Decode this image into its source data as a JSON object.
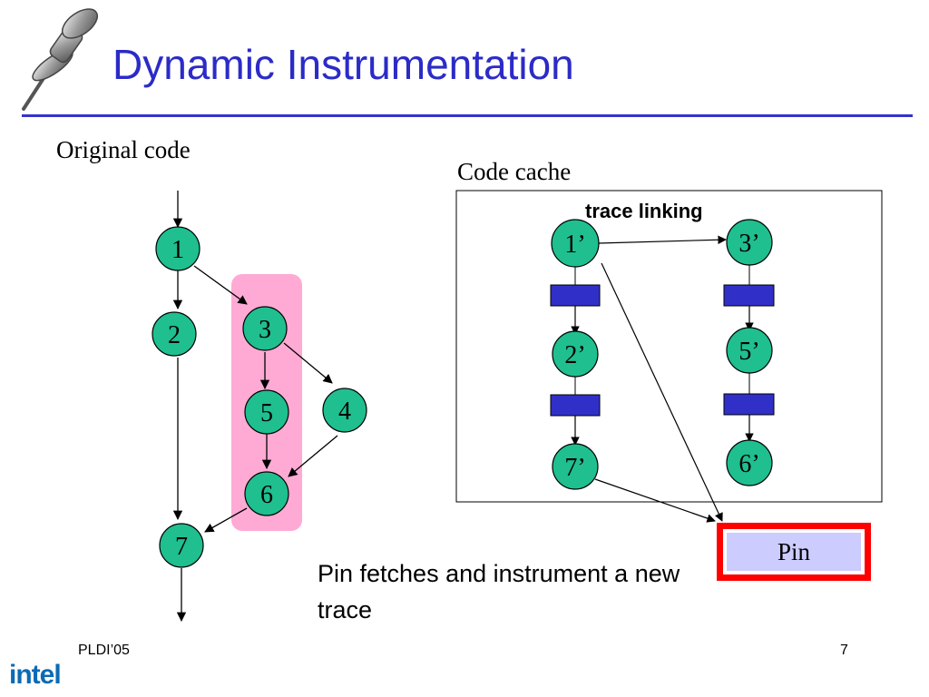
{
  "slide": {
    "title": "Dynamic Instrumentation",
    "original_label": "Original code",
    "cache_label": "Code cache",
    "trace_linking_label": "trace linking",
    "caption": "Pin fetches and instrument a new trace",
    "pin_label": "Pin",
    "footer_left": "PLDI’05",
    "page_number": "7",
    "logo_text": "intel"
  },
  "original_nodes": [
    {
      "id": "n1",
      "label": "1"
    },
    {
      "id": "n2",
      "label": "2"
    },
    {
      "id": "n3",
      "label": "3"
    },
    {
      "id": "n4",
      "label": "4"
    },
    {
      "id": "n5",
      "label": "5"
    },
    {
      "id": "n6",
      "label": "6"
    },
    {
      "id": "n7",
      "label": "7"
    }
  ],
  "cache_nodes": [
    {
      "id": "c1",
      "label": "1’"
    },
    {
      "id": "c2",
      "label": "2’"
    },
    {
      "id": "c7",
      "label": "7’"
    },
    {
      "id": "c3",
      "label": "3’"
    },
    {
      "id": "c5",
      "label": "5’"
    },
    {
      "id": "c6",
      "label": "6’"
    }
  ],
  "colors": {
    "title": "#2b2bc8",
    "node_fill": "#1fbf8f",
    "trace_highlight": "#ffaad4",
    "stub_fill": "#3030c8",
    "pin_border": "#ff0000",
    "pin_fill": "#ccccff"
  }
}
